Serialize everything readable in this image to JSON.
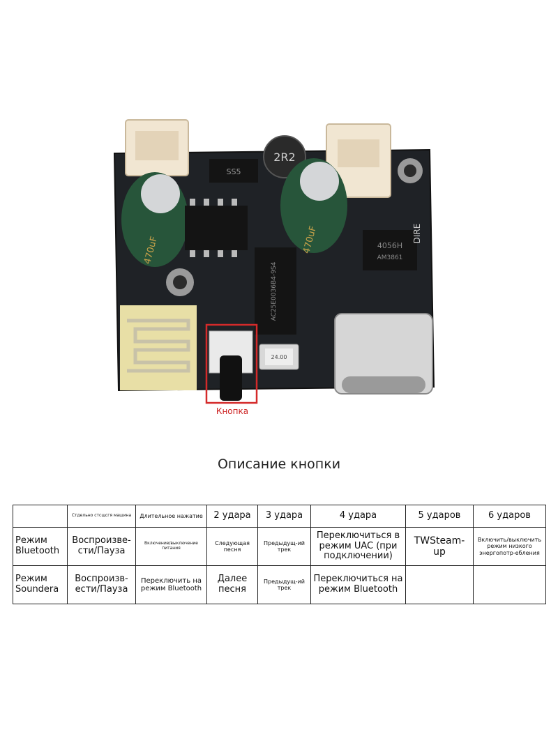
{
  "board": {
    "inductor_label": "2R2",
    "capacitor_label": "470uF",
    "chip_main_label": "AC25E0036B4-9S4",
    "chip_charger_label": "4056H",
    "chip_charger_sub": "AM3861",
    "crystal_label": "24.00",
    "diode_label": "SS5",
    "silk_label": "DIRE",
    "button_caption": "Кнопка",
    "highlight_color": "#d42a2a",
    "pcb_color": "#1f2226"
  },
  "title": "Описание кнопки",
  "table": {
    "headers": [
      "",
      "Стдельно стсщсгя машина",
      "Длительное нажатие",
      "2 удара",
      "3 удара",
      "4 удара",
      "5 ударов",
      "6 ударов"
    ],
    "rows": [
      {
        "mode": "Режим Bluetooth",
        "cells": [
          "Воспроизве-сти/Пауза",
          "Включение/выключение питания",
          "Следующая песня",
          "Предыдущ-ий трек",
          "Переключиться в режим UAC (при подключении)",
          "TWSteam-up",
          "Включить/выключить режим низкого энергопотр-ебления"
        ]
      },
      {
        "mode": "Режим Soundera",
        "cells": [
          "Воспроизв-ести/Пауза",
          "Переключить на режим Bluetooth",
          "Далее песня",
          "Предыдущ-ий трек",
          "Переключиться на режим Bluetooth",
          "",
          ""
        ]
      }
    ]
  }
}
